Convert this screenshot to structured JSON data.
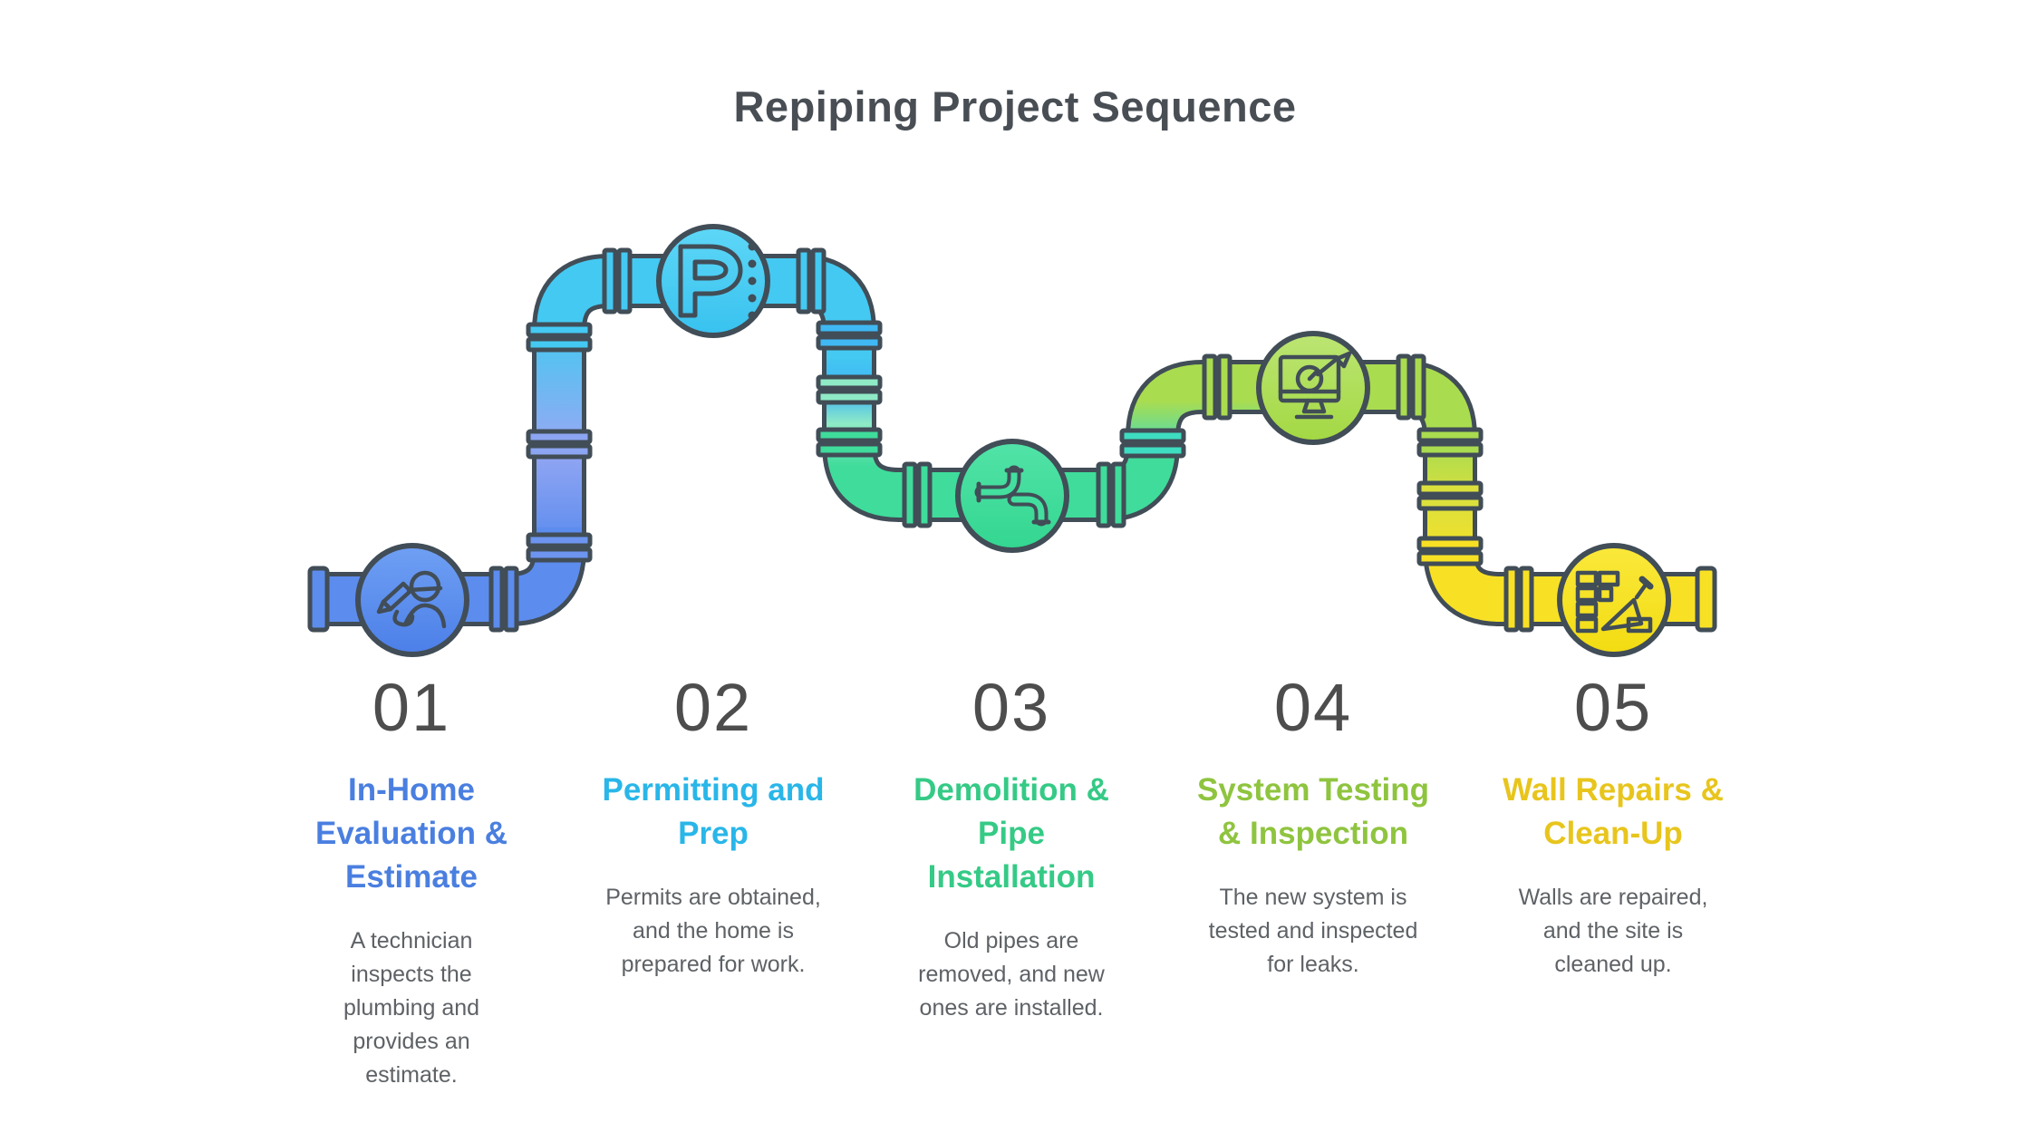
{
  "title": "Repiping Project Sequence",
  "palette": {
    "outline": "#414d57",
    "title_color": "#484e54",
    "number_color": "#4d4d4d",
    "body_text_color": "#5e6266",
    "segment_colors": [
      "#5c8cee",
      "#44c9f2",
      "#3fdc9b",
      "#aadc4f",
      "#f8e125"
    ]
  },
  "steps": [
    {
      "number": "01",
      "heading": [
        "In-Home",
        "Evaluation &",
        "Estimate"
      ],
      "heading_color": "#4a7fe0",
      "body": [
        "A technician",
        "inspects the",
        "plumbing and",
        "provides an",
        "estimate."
      ],
      "icon": "technician-icon",
      "pipe_color": "#5c8cee"
    },
    {
      "number": "02",
      "heading": [
        "Permitting and",
        "Prep"
      ],
      "heading_color": "#29b6e8",
      "body": [
        "Permits are obtained,",
        "and the home is",
        "prepared for work."
      ],
      "icon": "permit-icon",
      "pipe_color": "#44c9f2"
    },
    {
      "number": "03",
      "heading": [
        "Demolition &",
        "Pipe",
        "Installation"
      ],
      "heading_color": "#35ca86",
      "body": [
        "Old pipes are",
        "removed, and new",
        "ones are installed."
      ],
      "icon": "pipes-icon",
      "pipe_color": "#3fdc9b"
    },
    {
      "number": "04",
      "heading": [
        "System Testing",
        "& Inspection"
      ],
      "heading_color": "#8fc43f",
      "body": [
        "The new system is",
        "tested and inspected",
        "for leaks."
      ],
      "icon": "testing-monitor-icon",
      "pipe_color": "#aadc4f"
    },
    {
      "number": "05",
      "heading": [
        "Wall Repairs &",
        "Clean-Up"
      ],
      "heading_color": "#e8c51d",
      "body": [
        "Walls are repaired,",
        "and the site is",
        "cleaned up."
      ],
      "icon": "wall-repair-icon",
      "pipe_color": "#f8e125"
    }
  ]
}
